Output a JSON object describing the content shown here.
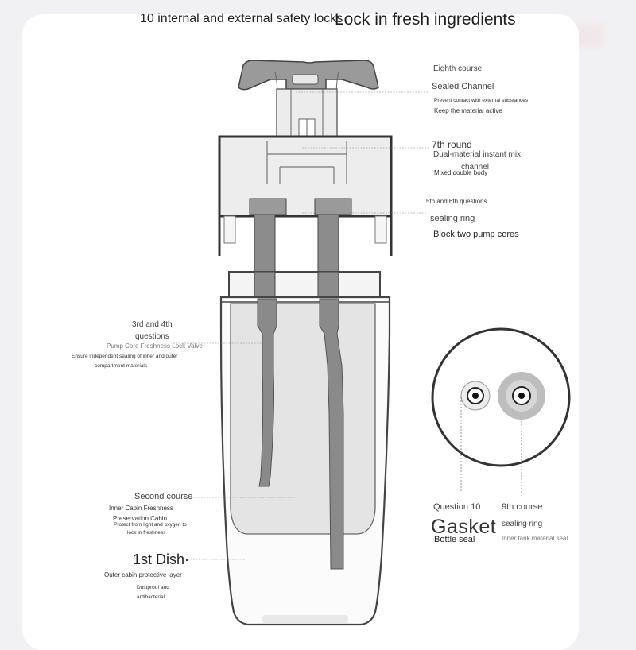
{
  "header": {
    "title_part1": "10 internal and external safety locks",
    "title_part2": "Lock in fresh ingredients"
  },
  "labels": {
    "eighth_course": "Eighth course",
    "sealed_channel": "Sealed Channel",
    "prevent_contact": "Prevent contact with external substances",
    "keep_active": "Keep the material active",
    "seventh_round": "7th round",
    "dual_material": "Dual-material instant mix",
    "channel": "channel",
    "mixed_double": "Mixed double body",
    "fifth_sixth": "5th and 6th questions",
    "sealing_ring": "sealing ring",
    "block_pump": "Block two pump cores",
    "third_fourth": "3rd and 4th",
    "questions": "questions",
    "pump_core_valve": "Pump Core Freshness Lock Valve",
    "ensure_sealing": "Ensure independent sealing of inner and outer",
    "compartment": "compartment materials",
    "second_course": "Second course",
    "inner_cabin": "Inner Cabin Freshness",
    "preservation_cabin": "Preservation Cabin",
    "protect_light": "Protect from light and oxygen to",
    "lock_freshness": "lock in freshness",
    "first_dish": "1st Dish·",
    "outer_cabin": "Outer cabin protective layer",
    "dustproof": "Dustproof and",
    "antibacterial": "antibacterial",
    "question_10": "Question 10",
    "gasket": "Gasket",
    "bottle_seal": "Bottle seal",
    "ninth_course": "9th course",
    "sealing_ring_9": "sealing ring",
    "inner_tank_seal": "Inner tank material seal"
  },
  "colors": {
    "background": "#f1f1f3",
    "card": "#ffffff",
    "outline": "#555555",
    "fill_light": "#f2f2f2",
    "fill_mid": "#e2e2e2",
    "fill_dark": "#888888"
  }
}
